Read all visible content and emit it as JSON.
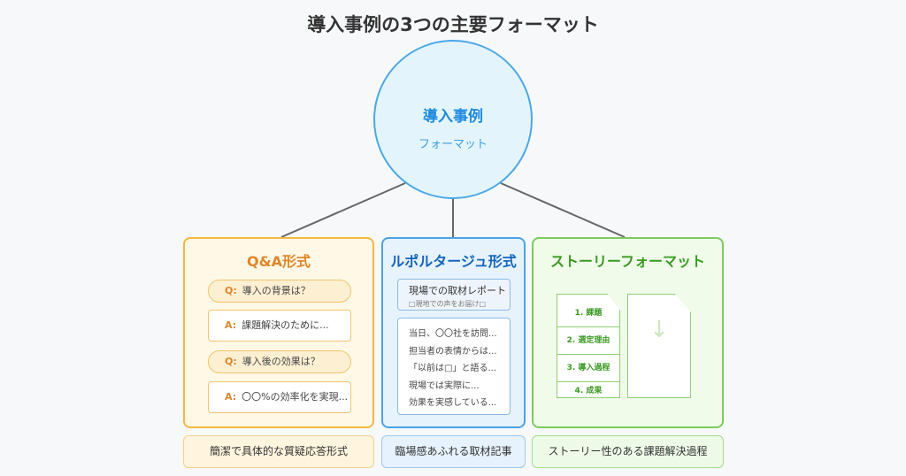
{
  "title": "導入事例の3つの主要フォーマット",
  "center": {
    "main": "導入事例",
    "sub": "フォーマット"
  },
  "qa": {
    "heading": "Q&A形式",
    "items": [
      {
        "prefix": "Q:",
        "text": "導入の背景は？"
      },
      {
        "prefix": "A:",
        "text": "課題解決のために..."
      },
      {
        "prefix": "Q:",
        "text": "導入後の効果は？"
      },
      {
        "prefix": "A:",
        "text": "〇〇%の効率化を実現..."
      }
    ],
    "footer": "簡潔で具体的な質疑応答形式"
  },
  "reportage": {
    "heading": "ルポルタージュ形式",
    "header_title": "現場での取材レポート",
    "header_sub": "□現地での声をお届け□",
    "lines": [
      "当日、〇〇社を訪問...",
      "担当者の表情からは...",
      "「以前は□」と語る...",
      "現場では実際に...",
      "効果を実感している..."
    ],
    "footer": "臨場感あふれる取材記事"
  },
  "story": {
    "heading": "ストーリーフォーマット",
    "sections": [
      "1. 課題",
      "2. 選定理由",
      "3. 導入過程",
      "4. 成果"
    ],
    "arrow": "↓",
    "footer": "ストーリー性のある課題解決過程"
  }
}
